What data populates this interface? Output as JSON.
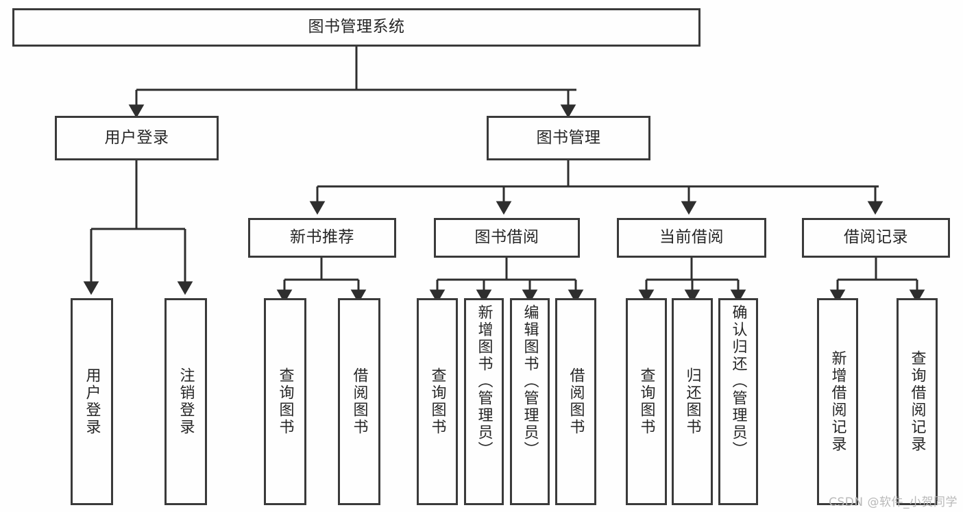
{
  "diagram": {
    "title": "图书管理系统",
    "type": "tree-hierarchy-chart",
    "watermark": "CSDN @软件_小贺同学",
    "colors": {
      "background": "#fefefe",
      "border": "#3a3a3a",
      "text": "#262626",
      "edge": "#2e2e2e",
      "watermark": "#b9b9b9"
    },
    "root": {
      "label": "图书管理系统"
    },
    "level2": [
      {
        "label": "用户登录"
      },
      {
        "label": "图书管理"
      }
    ],
    "level3": [
      {
        "label": "新书推荐"
      },
      {
        "label": "图书借阅"
      },
      {
        "label": "当前借阅"
      },
      {
        "label": "借阅记录"
      }
    ],
    "leaves": {
      "user_login": [
        {
          "label": "用户登录"
        },
        {
          "label": "注销登录"
        }
      ],
      "new_book_recommend": [
        {
          "label": "查询图书"
        },
        {
          "label": "借阅图书"
        }
      ],
      "book_borrow": [
        {
          "label": "查询图书"
        },
        {
          "label": "新增图书（管理员）"
        },
        {
          "label": "编辑图书（管理员）"
        },
        {
          "label": "借阅图书"
        }
      ],
      "current_borrow": [
        {
          "label": "查询图书"
        },
        {
          "label": "归还图书"
        },
        {
          "label": "确认归还（管理员）"
        }
      ],
      "borrow_record": [
        {
          "label": "新增借阅记录"
        },
        {
          "label": "查询借阅记录"
        }
      ]
    }
  }
}
